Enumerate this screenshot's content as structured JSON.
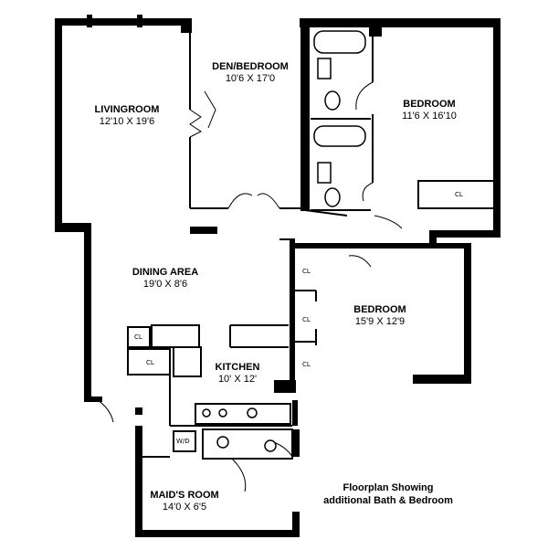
{
  "rooms": {
    "den": {
      "name": "DEN/BEDROOM",
      "dims": "10'6 X 17'0"
    },
    "living": {
      "name": "LIVINGROOM",
      "dims": "12'10 X 19'6"
    },
    "bedroom1": {
      "name": "BEDROOM",
      "dims": "11'6 X 16'10"
    },
    "dining": {
      "name": "DINING AREA",
      "dims": "19'0 X 8'6"
    },
    "bedroom2": {
      "name": "BEDROOM",
      "dims": "15'9 X 12'9"
    },
    "kitchen": {
      "name": "KITCHEN",
      "dims": "10' X 12'"
    },
    "maid": {
      "name": "MAID'S ROOM",
      "dims": "14'0 X 6'5"
    }
  },
  "closets": {
    "label": "CL",
    "washer_label": "W/D"
  },
  "caption": {
    "line1": "Floorplan Showing",
    "line2": "additional Bath & Bedroom"
  }
}
